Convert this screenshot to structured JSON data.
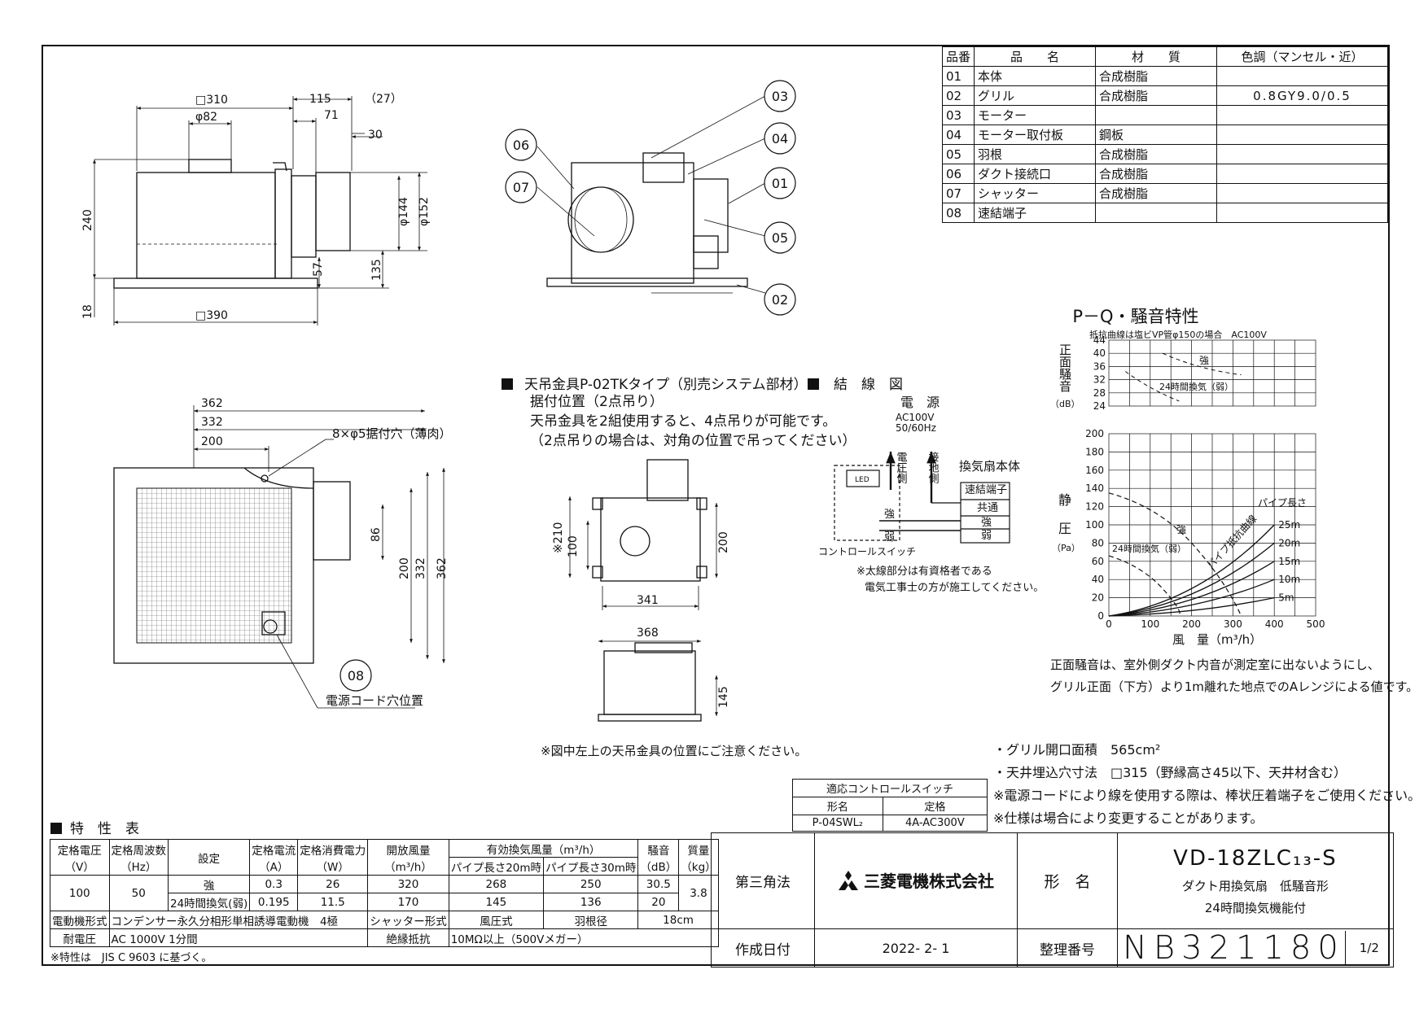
{
  "parts_table": {
    "headers": [
      "品番",
      "品　　名",
      "材　　質",
      "色調（マンセル・近）"
    ],
    "rows": [
      [
        "01",
        "本体",
        "合成樹脂",
        ""
      ],
      [
        "02",
        "グリル",
        "合成樹脂",
        "0.8GY9.0/0.5"
      ],
      [
        "03",
        "モーター",
        "",
        ""
      ],
      [
        "04",
        "モーター取付板",
        "鋼板",
        ""
      ],
      [
        "05",
        "羽根",
        "合成樹脂",
        ""
      ],
      [
        "06",
        "ダクト接続口",
        "合成樹脂",
        ""
      ],
      [
        "07",
        "シャッター",
        "合成樹脂",
        ""
      ],
      [
        "08",
        "速結端子",
        "",
        ""
      ]
    ]
  },
  "side_view": {
    "dims": {
      "w310": "□310",
      "d115": "115",
      "d27": "（27）",
      "d82": "φ82",
      "d71": "71",
      "d30": "30",
      "d240": "240",
      "d144": "φ144",
      "d152": "φ152",
      "d135": "135",
      "d57": "57",
      "d18": "18",
      "w390": "□390"
    }
  },
  "part_callouts": [
    "03",
    "04",
    "01",
    "05",
    "02",
    "06",
    "07",
    "08"
  ],
  "bottom_view": {
    "dims": {
      "d362": "362",
      "d332": "332",
      "d200": "200",
      "v86": "86",
      "v200": "200",
      "v332": "332",
      "v362": "362"
    },
    "holes_label": "8×φ5据付穴（薄肉）",
    "cord_label": "電源コード穴位置"
  },
  "hanger": {
    "title": "天吊金具P-02TKタイプ（別売システム部材）",
    "lines": [
      "据付位置（2点吊り）",
      "天吊金具を2組使用すると、4点吊りが可能です。",
      "（2点吊りの場合は、対角の位置で吊ってください）"
    ],
    "dims": {
      "d210": "※210",
      "d100": "100",
      "d200": "200",
      "d341": "341",
      "d368": "368",
      "d145": "145"
    },
    "note": "※図中左上の天吊金具の位置にご注意ください。"
  },
  "wiring": {
    "title": "結　線　図",
    "power": "電　源",
    "voltage": "AC100V",
    "freq": "50/60Hz",
    "power_side": "電圧側",
    "ground_side": "接地側",
    "fan_body": "換気扇本体",
    "terminal": "速結端子",
    "t_common": "共通",
    "t_strong": "強",
    "t_weak": "弱",
    "strong": "強",
    "weak": "弱",
    "switch": "コントロールスイッチ",
    "led": "LED",
    "note1": "※太線部分は有資格者である",
    "note2": "電気工事士の方が施工してください。"
  },
  "pq": {
    "title": "P－Q・騒音特性",
    "subtitle": "抵抗曲線は塩ビVP管φ150の場合　AC100V",
    "noise_label": "正面騒音",
    "noise_unit": "（dB）",
    "noise_ticks": [
      "44",
      "40",
      "36",
      "32",
      "28",
      "24"
    ],
    "pressure_label1": "静",
    "pressure_label2": "圧",
    "pressure_unit": "（Pa）",
    "pressure_ticks": [
      "200",
      "180",
      "160",
      "140",
      "120",
      "100",
      "80",
      "60",
      "40",
      "20",
      "0"
    ],
    "x_ticks": [
      "0",
      "100",
      "200",
      "300",
      "400",
      "500"
    ],
    "x_label": "風　量（m³/h）",
    "curve_strong": "強",
    "curve_weak": "24時間換気（弱）",
    "noise_strong": "強",
    "noise_weak": "24時間換気（弱）",
    "pipe_label": "パイプ長さ",
    "resistance_label": "パイプ抵抗曲線",
    "pipe_lengths": [
      "25m",
      "20m",
      "15m",
      "10m",
      "5m"
    ],
    "note1": "正面騒音は、室外側ダクト内音が測定室に出ないようにし、",
    "note2": "グリル正面（下方）より1m離れた地点でのAレンジによる値です。"
  },
  "notes": [
    "・グリル開口面積　565cm²",
    "・天井埋込穴寸法　□315（野縁高さ45以下、天井材含む）",
    "※電源コードにより線を使用する際は、棒状圧着端子をご使用ください。",
    "※仕様は場合により変更することがあります。"
  ],
  "control_switch": {
    "title": "適応コントロールスイッチ",
    "col_model": "形名",
    "col_rating": "定格",
    "model": "P-04SWL₂",
    "rating": "4A-AC300V"
  },
  "spec_table": {
    "title": "特　性　表",
    "h_voltage": "定格電圧",
    "h_voltage_u": "（V）",
    "h_freq": "定格周波数",
    "h_freq_u": "（Hz）",
    "h_setting": "設定",
    "h_current": "定格電流",
    "h_current_u": "（A）",
    "h_power": "定格消費電力",
    "h_power_u": "（W）",
    "h_air": "開放風量",
    "h_air_u": "（m³/h）",
    "h_eff": "有効換気風量（m³/h）",
    "h_eff20": "パイプ長さ20m時",
    "h_eff30": "パイプ長さ30m時",
    "h_noise": "騒音",
    "h_noise_u": "（dB）",
    "h_mass": "質量",
    "h_mass_u": "（kg）",
    "voltage": "100",
    "freq": "50",
    "rows": [
      {
        "setting": "強",
        "current": "0.3",
        "power": "26",
        "air": "320",
        "eff20": "268",
        "eff30": "250",
        "noise": "30.5"
      },
      {
        "setting": "24時間換気(弱)",
        "current": "0.195",
        "power": "11.5",
        "air": "170",
        "eff20": "145",
        "eff30": "136",
        "noise": "20"
      }
    ],
    "mass": "3.8",
    "motor_label": "電動機形式",
    "motor_value": "コンデンサー永久分相形単相誘導電動機　4極",
    "shutter_label": "シャッター形式",
    "shutter_value": "風圧式",
    "blade_label": "羽根径",
    "blade_value": "18cm",
    "withstand_label": "耐電圧",
    "withstand_value": "AC 1000V 1分間",
    "insulation_label": "絶縁抵抗",
    "insulation_value": "10MΩ以上（500Vメガー）",
    "footnote": "※特性は　JIS C 9603 に基づく。"
  },
  "title_block": {
    "projection": "第三角法",
    "company": "三菱電機株式会社",
    "model_label": "形　名",
    "model": "VD-18ZLC₁₃-S",
    "desc1": "ダクト用換気扇　低騒音形",
    "desc2": "24時間換気機能付",
    "date_label": "作成日付",
    "date": "2022- 2- 1",
    "number_label": "整理番号",
    "number": "NB321180",
    "sheet": "1/2"
  }
}
